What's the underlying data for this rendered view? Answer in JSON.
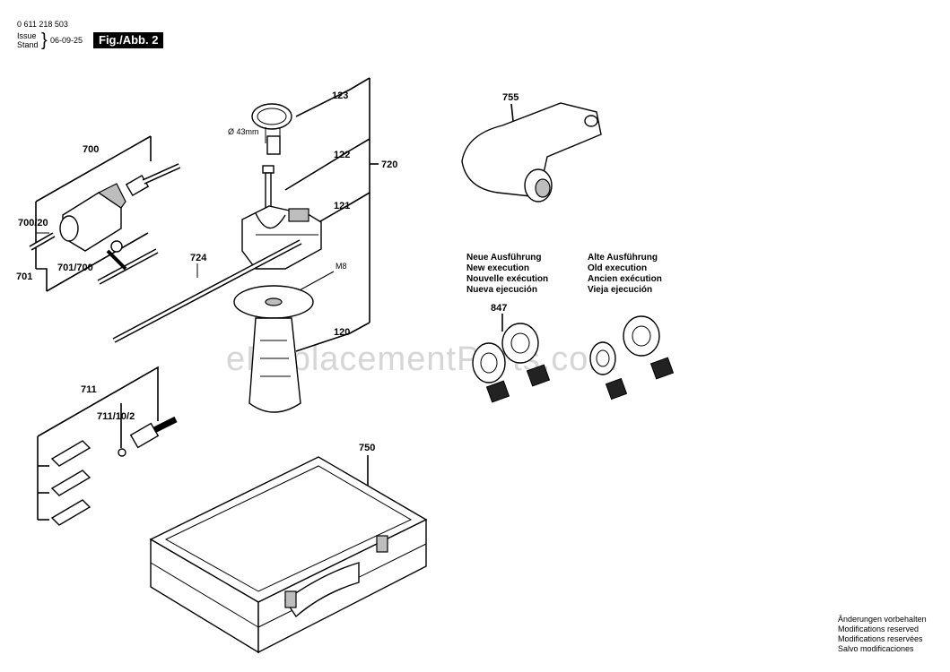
{
  "header": {
    "part_number": "0 611 218 503",
    "issue_label": "Issue",
    "stand_label": "Stand",
    "date": "06-09-25",
    "figure_label": "Fig./Abb. 2"
  },
  "callouts": {
    "c123": "123",
    "c122": "122",
    "c121": "121",
    "c720": "720",
    "c724": "724",
    "c120": "120",
    "m8": "M8",
    "d43": "Ø 43mm",
    "c700": "700",
    "c700_20": "700/20",
    "c701": "701",
    "c701_700": "701/700",
    "c711": "711",
    "c711_10_2": "711/10/2",
    "c750": "750",
    "c755": "755",
    "c847": "847"
  },
  "variants": {
    "new": [
      "Neue Ausführung",
      "New execution",
      "Nouvelle exécution",
      "Nueva ejecución"
    ],
    "old": [
      "Alte Ausführung",
      "Old execution",
      "Ancien exécution",
      "Vieja ejecución"
    ]
  },
  "notes": [
    "Änderungen vorbehalten",
    "Modifications reserved",
    "Modifications reservées",
    "Salvo modificaciones"
  ],
  "watermark": "eReplacementParts.com"
}
